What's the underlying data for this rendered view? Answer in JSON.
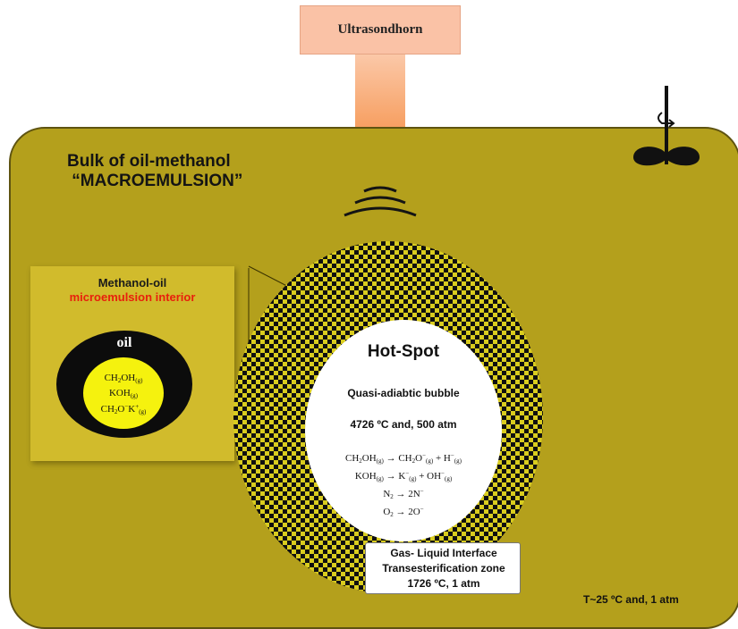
{
  "horn": {
    "label": "Ultrasondhorn"
  },
  "bulk": {
    "title": "Bulk of oil-methanol\n “MACROEMULSION”"
  },
  "inset": {
    "title_line1": "Methanol-oil",
    "title_line2": "microemulsion interior",
    "ring_label": "oil",
    "core_species": [
      "CH2OH(g)",
      "KOH(g)",
      "CH2O−K+(g)"
    ]
  },
  "hotspot": {
    "title": "Hot-Spot",
    "subtitle": "Quasi-adiabtic bubble",
    "conditions": "4726 ºC and, 500 atm",
    "reactions": [
      "CH2OH(g) → CH2O−(g) + H−(g)",
      "KOH(g) → K−(g) + OH−(g)",
      "N2 → 2N−",
      "O2 → 2O−"
    ]
  },
  "interface": {
    "line1": "Gas- Liquid Interface",
    "line2": "Transesterification zone",
    "line3": "1726 ºC, 1 atm"
  },
  "bulk_conditions": "T~25 ºC and, 1 atm",
  "colors": {
    "tank": "#b4a01c",
    "inset": "#d1bb2c",
    "core": "#f5f20e",
    "horn": "#fac2a6",
    "accent_red": "#e8200c"
  }
}
